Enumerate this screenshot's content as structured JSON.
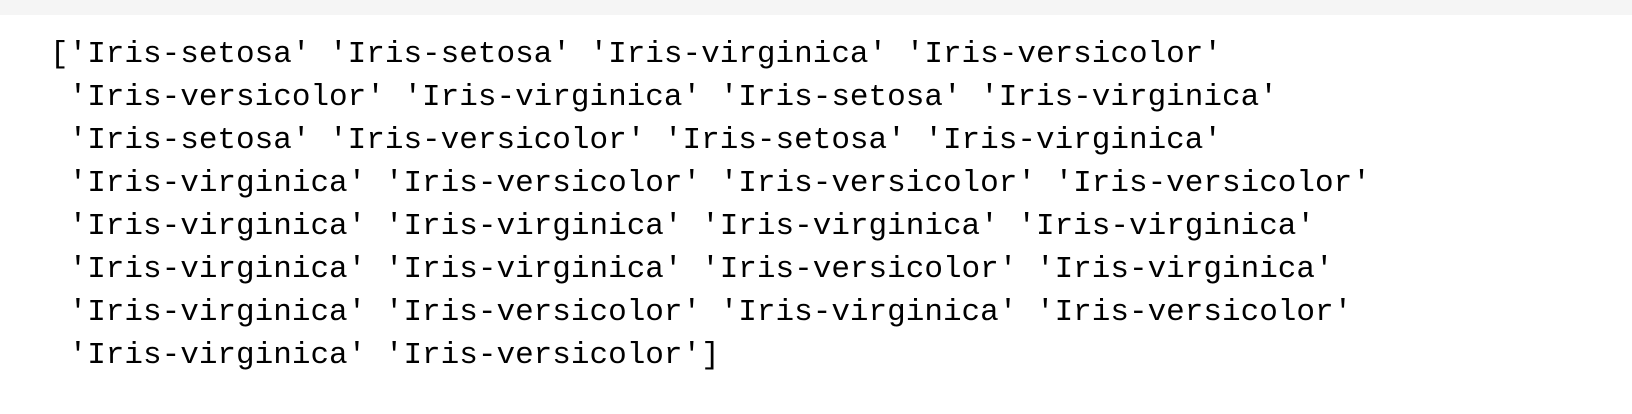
{
  "output": {
    "lines": [
      "['Iris-setosa' 'Iris-setosa' 'Iris-virginica' 'Iris-versicolor'",
      " 'Iris-versicolor' 'Iris-virginica' 'Iris-setosa' 'Iris-virginica'",
      " 'Iris-setosa' 'Iris-versicolor' 'Iris-setosa' 'Iris-virginica'",
      " 'Iris-virginica' 'Iris-versicolor' 'Iris-versicolor' 'Iris-versicolor'",
      " 'Iris-virginica' 'Iris-virginica' 'Iris-virginica' 'Iris-virginica'",
      " 'Iris-virginica' 'Iris-virginica' 'Iris-versicolor' 'Iris-virginica'",
      " 'Iris-virginica' 'Iris-versicolor' 'Iris-virginica' 'Iris-versicolor'",
      " 'Iris-virginica' 'Iris-versicolor']"
    ]
  },
  "colors": {
    "background": "#ffffff",
    "top_band": "#f5f5f5",
    "text": "#000000"
  }
}
